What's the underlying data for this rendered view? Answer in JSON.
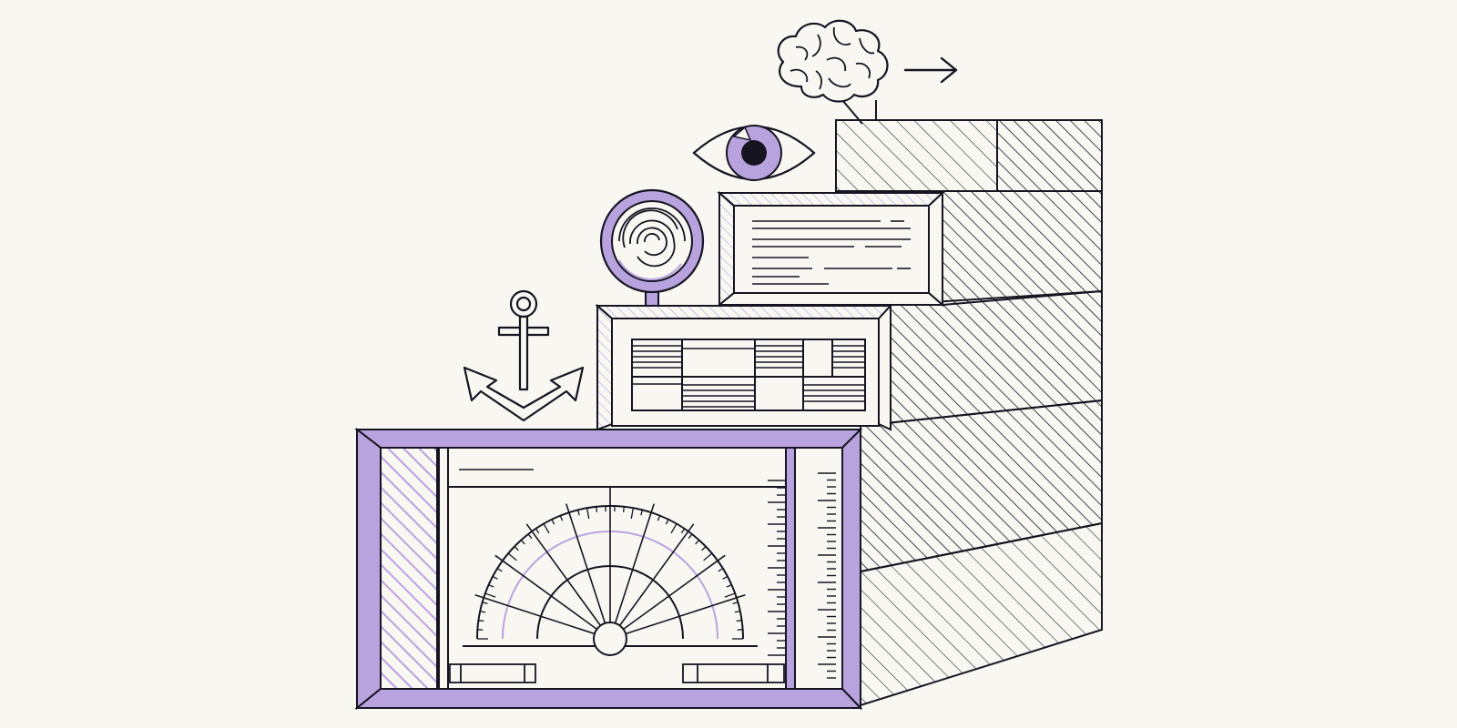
{
  "illustration": {
    "background": "#f8f7f2",
    "ink": "#151522",
    "accent": "#b9a3de",
    "accent_dark": "#8f74c4",
    "paper": "#f8f7f2",
    "shade": "#ebe8e2",
    "icons": [
      "anchor-icon",
      "magnifier-icon",
      "eye-icon",
      "brain-icon",
      "arrow-right-icon",
      "protractor-gauge-icon"
    ],
    "steps": [
      "base-monitor",
      "table-block",
      "text-card-block",
      "top-block"
    ]
  }
}
